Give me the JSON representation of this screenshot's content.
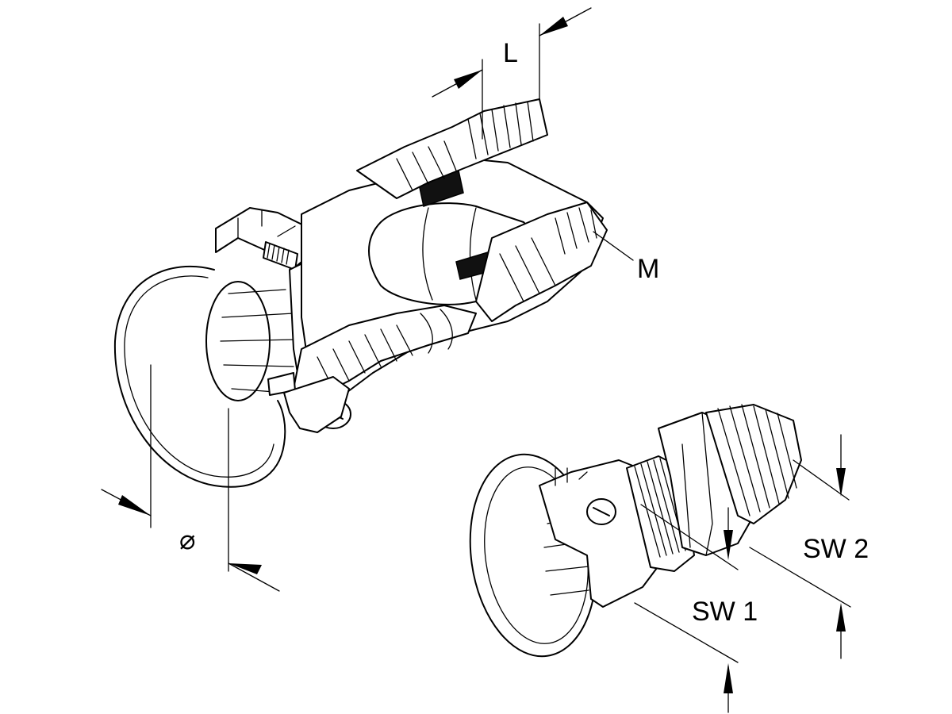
{
  "labels": {
    "length": "L",
    "thread": "M",
    "diameter": "⌀",
    "wrench_size_1": "SW 1",
    "wrench_size_2": "SW 2"
  }
}
